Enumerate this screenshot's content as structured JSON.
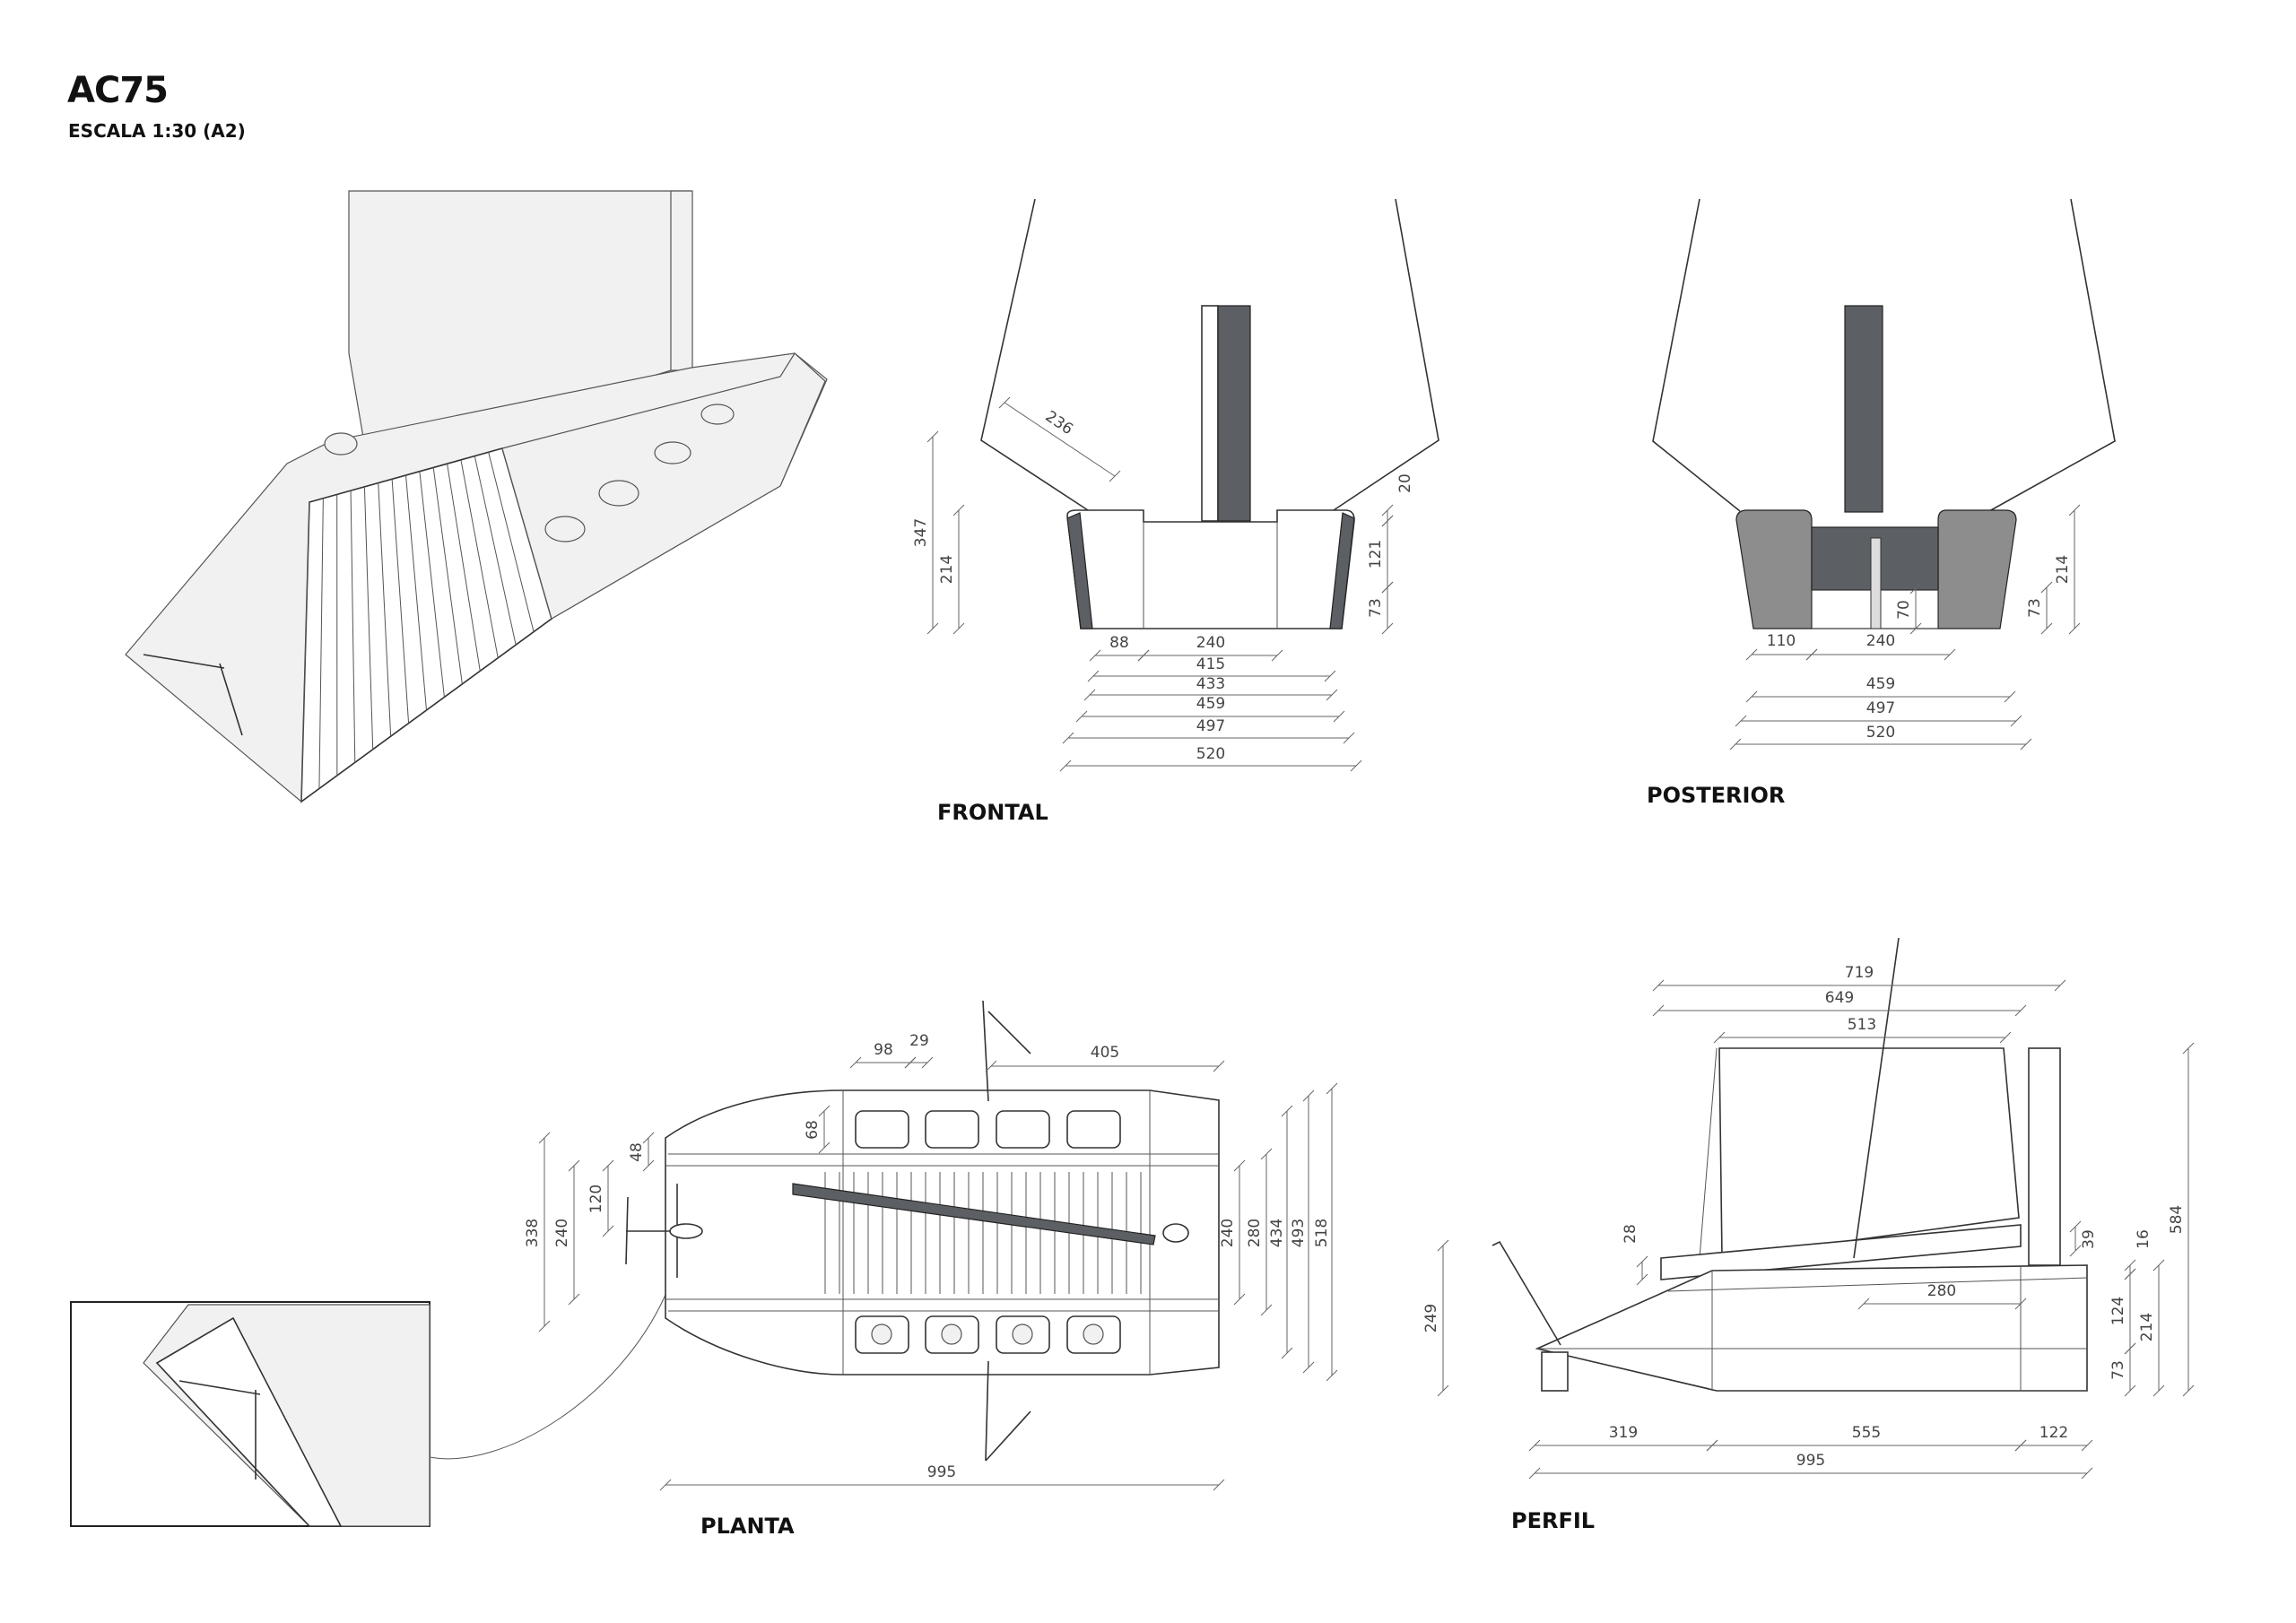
{
  "header": {
    "title": "AC75",
    "scale": "ESCALA 1:30 (A2)"
  },
  "views": {
    "frontal": {
      "label": "FRONTAL",
      "dims": [
        "347",
        "214",
        "236",
        "20",
        "121",
        "73",
        "88",
        "240",
        "415",
        "433",
        "459",
        "497",
        "520"
      ]
    },
    "posterior": {
      "label": "POSTERIOR",
      "dims": [
        "214",
        "73",
        "70",
        "110",
        "240",
        "459",
        "497",
        "520"
      ]
    },
    "planta": {
      "label": "PLANTA",
      "dims": [
        "98",
        "29",
        "405",
        "68",
        "48",
        "120",
        "240",
        "338",
        "240",
        "280",
        "434",
        "493",
        "518",
        "995"
      ]
    },
    "perfil": {
      "label": "PERFIL",
      "dims": [
        "719",
        "649",
        "513",
        "584",
        "39",
        "16",
        "28",
        "249",
        "124",
        "214",
        "73",
        "280",
        "319",
        "555",
        "122",
        "995"
      ]
    }
  },
  "colors": {
    "line": "#333333",
    "hull_dark": "#5c5f63",
    "hull_mid": "#8d8d8d"
  }
}
